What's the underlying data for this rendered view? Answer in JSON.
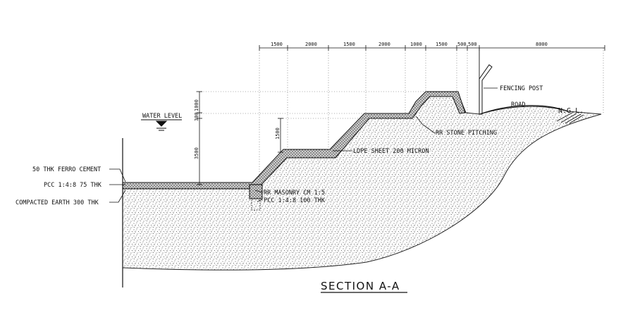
{
  "drawing": {
    "title": "SECTION A-A",
    "top_dimensions": [
      "1500",
      "2000",
      "1500",
      "2000",
      "1000",
      "1500",
      "500",
      "500",
      "8000"
    ],
    "vertical_dimensions": [
      "1000",
      "300",
      "3500",
      "1500"
    ],
    "labels": {
      "water_level": "WATER LEVEL",
      "ferro_cement": "50 THK FERRO CEMENT",
      "pcc_75": "PCC 1:4:8 75 THK",
      "compacted_earth": "COMPACTED EARTH 300 THK",
      "ldpe_sheet": "LDPE SHEET 200 MICRON",
      "rr_masonry": "RR MASONRY CM 1:5",
      "pcc_100": "PCC 1:4:8 100 THK",
      "rr_stone": "RR STONE PITCHING",
      "fencing_post": "FENCING POST",
      "road": "ROAD",
      "ngl": "N.G.L."
    }
  }
}
